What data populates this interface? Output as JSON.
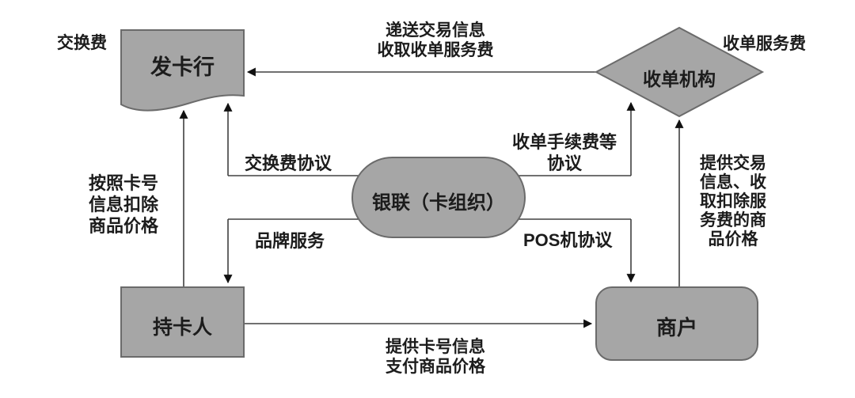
{
  "diagram": {
    "colors": {
      "background": "#ffffff",
      "node_fill": "#a6a6a6",
      "node_border": "#6b6b6b",
      "line_color": "#404040",
      "arrow_color": "#111111",
      "text_color": "#1c1c1c"
    },
    "nodes": {
      "issuer": {
        "label": "发卡行",
        "shape": "document"
      },
      "acquirer": {
        "label": "收单机构",
        "shape": "diamond"
      },
      "card_org": {
        "label": "银联（卡组织）",
        "shape": "stadium"
      },
      "cardholder": {
        "label": "持卡人",
        "shape": "rectangle"
      },
      "merchant": {
        "label": "商户",
        "shape": "rounded-rectangle"
      }
    },
    "corner_labels": {
      "interchange_fee": "交换费",
      "acquiring_service_fee": "收单服务费"
    },
    "flow_labels": {
      "deliver_info": "递送交易信息\n收取收单服务费",
      "interchange_agreement": "交换费协议",
      "acquiring_fee_agreement": "收单手续费等\n协议",
      "brand_service": "品牌服务",
      "pos_agreement": "POS机协议",
      "deduct_price": "按照卡号\n信息扣除\n商品价格",
      "provide_transaction_info": "提供交易\n信息、收\n取扣除服\n务费的商\n品价格",
      "provide_card_info": "提供卡号信息\n支付商品价格"
    }
  }
}
